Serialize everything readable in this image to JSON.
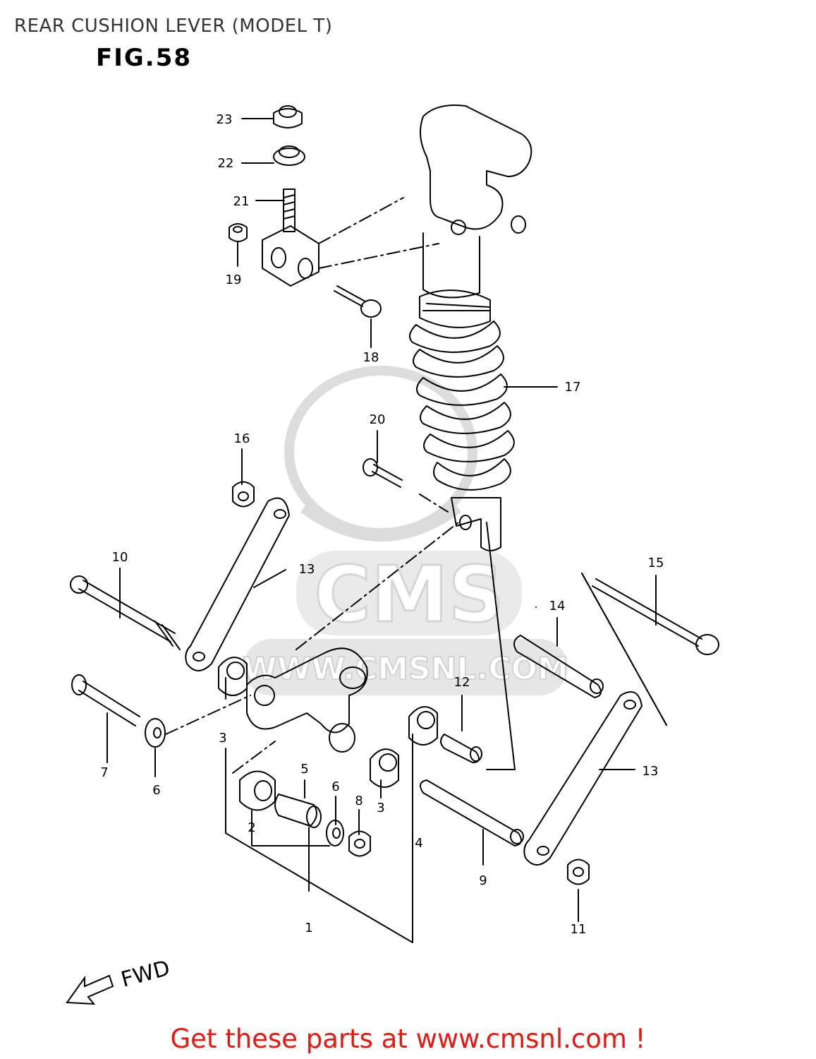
{
  "title": "REAR CUSHION LEVER (MODEL T)",
  "figure": "FIG.58",
  "watermark": {
    "logo_text": "CMS",
    "url_text": "WWW.CMSNL.COM"
  },
  "forward_label": "FWD",
  "callouts": [
    {
      "id": "c23",
      "number": "23"
    },
    {
      "id": "c22",
      "number": "22"
    },
    {
      "id": "c21",
      "number": "21"
    },
    {
      "id": "c19",
      "number": "19"
    },
    {
      "id": "c18",
      "number": "18"
    },
    {
      "id": "c17",
      "number": "17"
    },
    {
      "id": "c20",
      "number": "20"
    },
    {
      "id": "c16",
      "number": "16"
    },
    {
      "id": "c10",
      "number": "10"
    },
    {
      "id": "c13a",
      "number": "13"
    },
    {
      "id": "c15",
      "number": "15"
    },
    {
      "id": "c14",
      "number": "14"
    },
    {
      "id": "c12",
      "number": "12"
    },
    {
      "id": "c7",
      "number": "7"
    },
    {
      "id": "c6a",
      "number": "6"
    },
    {
      "id": "c3a",
      "number": "3"
    },
    {
      "id": "c5",
      "number": "5"
    },
    {
      "id": "c6b",
      "number": "6"
    },
    {
      "id": "c8",
      "number": "8"
    },
    {
      "id": "c3b",
      "number": "3"
    },
    {
      "id": "c2",
      "number": "2"
    },
    {
      "id": "c4",
      "number": "4"
    },
    {
      "id": "c9",
      "number": "9"
    },
    {
      "id": "c13b",
      "number": "13"
    },
    {
      "id": "c11",
      "number": "11"
    },
    {
      "id": "c1",
      "number": "1"
    }
  ],
  "cta_text": "Get these parts at www.cmsnl.com !",
  "colors": {
    "cta": "#e8170f",
    "watermark": "#d6d6d6",
    "line": "#000000"
  }
}
